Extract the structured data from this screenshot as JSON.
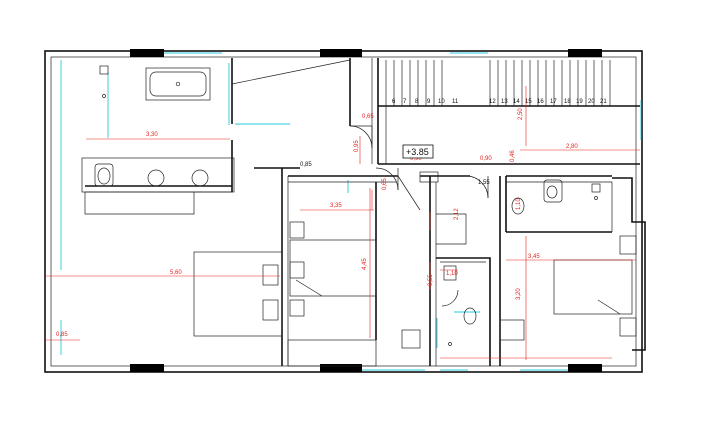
{
  "plan": {
    "elevation_label": "+3.85",
    "stair_steps": [
      "6",
      "7",
      "8",
      "9",
      "10",
      "11",
      "12",
      "13",
      "14",
      "15",
      "16",
      "17",
      "18",
      "19",
      "20",
      "21"
    ],
    "dimensions": {
      "bath_width": "3,30",
      "door_a": "0,65",
      "door_b": "0,95",
      "small_a": "0,85",
      "stair_depth": "2,50",
      "stair_right": "2,80",
      "stair_small": "0,46",
      "door_c": "0,90",
      "door_d": "0,90",
      "corridor": "1,55",
      "closet_h": "0,65",
      "bed2_width": "3,35",
      "bed2_depth": "4,45",
      "bath2_h": "2,12",
      "bath2_small": "0,55",
      "bath2_w": "1,10",
      "wc_small": "1,10",
      "bed3_width": "3,45",
      "bed3_depth": "3,20",
      "master_width": "5,60",
      "master_small": "0,85"
    }
  },
  "colors": {
    "dimension": "#e8231c",
    "glazing": "#29c7df",
    "wall": "#111111"
  }
}
